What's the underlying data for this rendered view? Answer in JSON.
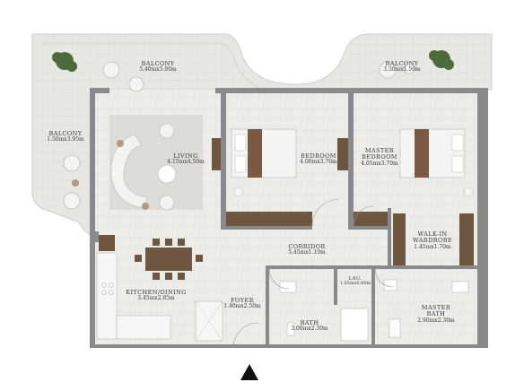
{
  "rooms": {
    "balcony_top": {
      "name": "BALCONY",
      "dims": "5.40mx5.00m"
    },
    "balcony_right": {
      "name": "BALCONY",
      "dims": "3.50mx1.50m"
    },
    "balcony_left": {
      "name": "BALCONY",
      "dims": "1.50mx3.95m"
    },
    "living": {
      "name": "LIVING",
      "dims": "4.15mx4.50m"
    },
    "bedroom": {
      "name": "BEDROOM",
      "dims": "4.00mx3.70m"
    },
    "master_bedroom": {
      "name": "MASTER\nBEDROOM",
      "dims": "4.05mx3.70m"
    },
    "walk_in": {
      "name": "WALK-IN\nWARDROBE",
      "dims": "1.45mx1.70m"
    },
    "corridor": {
      "name": "CORRIDOR",
      "dims": "5.45mx1.10m"
    },
    "kitchen": {
      "name": "KITCHEN/DINING",
      "dims": "3.45mx2.85m"
    },
    "foyer": {
      "name": "FOYER",
      "dims": "1.40mx2.50m"
    },
    "lau": {
      "name": "LAU.",
      "dims": "1.05mx0.80m"
    },
    "bath": {
      "name": "BATH",
      "dims": "3.00mx2.30m"
    },
    "master_bath": {
      "name": "MASTER\nBATH",
      "dims": "2.90mx2.30m"
    }
  },
  "colors": {
    "wall": "#8a8a8a",
    "floor": "#ececea",
    "balcony_floor": "#e6e7e2",
    "wood": "#6e5640",
    "bed_cover": "#7a5a44",
    "north_arrow": "#111111"
  }
}
